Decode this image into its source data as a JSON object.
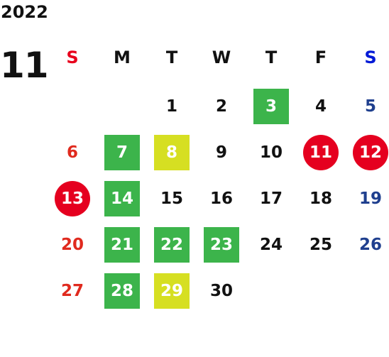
{
  "calendar": {
    "year": "2022",
    "month": "11",
    "weekdays": [
      "S",
      "M",
      "T",
      "W",
      "T",
      "F",
      "S"
    ],
    "colors": {
      "sunday_text": "#e02a1e",
      "saturday_text": "#1f3f8e",
      "sunday_header": "#e8001c",
      "saturday_header": "#0019d6",
      "green": "#3cb44b",
      "yellow": "#d6df22",
      "red_circle": "#e5001f"
    },
    "weeks": [
      [
        {
          "d": ""
        },
        {
          "d": ""
        },
        {
          "d": "1"
        },
        {
          "d": "2"
        },
        {
          "d": "3",
          "mark": "green"
        },
        {
          "d": "4"
        },
        {
          "d": "5"
        }
      ],
      [
        {
          "d": "6"
        },
        {
          "d": "7",
          "mark": "green"
        },
        {
          "d": "8",
          "mark": "yellow"
        },
        {
          "d": "9"
        },
        {
          "d": "10"
        },
        {
          "d": "11",
          "mark": "red"
        },
        {
          "d": "12",
          "mark": "red"
        }
      ],
      [
        {
          "d": "13",
          "mark": "red"
        },
        {
          "d": "14",
          "mark": "green"
        },
        {
          "d": "15"
        },
        {
          "d": "16"
        },
        {
          "d": "17"
        },
        {
          "d": "18"
        },
        {
          "d": "19"
        }
      ],
      [
        {
          "d": "20"
        },
        {
          "d": "21",
          "mark": "green"
        },
        {
          "d": "22",
          "mark": "green"
        },
        {
          "d": "23",
          "mark": "green"
        },
        {
          "d": "24"
        },
        {
          "d": "25"
        },
        {
          "d": "26"
        }
      ],
      [
        {
          "d": "27"
        },
        {
          "d": "28",
          "mark": "green"
        },
        {
          "d": "29",
          "mark": "yellow"
        },
        {
          "d": "30"
        },
        {
          "d": ""
        },
        {
          "d": ""
        },
        {
          "d": ""
        }
      ]
    ]
  }
}
